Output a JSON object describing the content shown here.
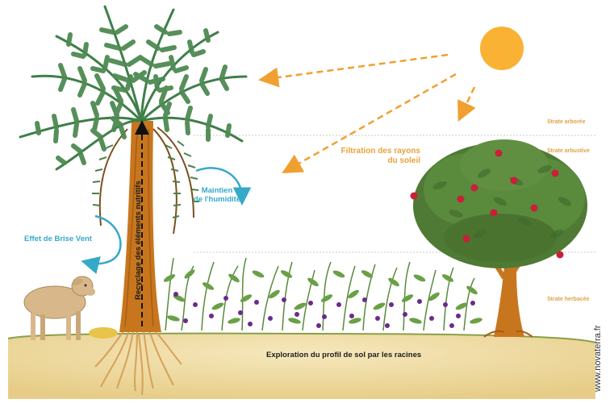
{
  "labels": {
    "filtration": "Filtration des rayons\ndu soleil",
    "humidity": "Maintien\nde l'humidité",
    "windbreak": "Effet de Brise Vent",
    "recycling": "Recyclage des éléments nutritifs",
    "roots": "Exploration du profil de sol par les racines"
  },
  "strata": {
    "tree": "Strate arborée",
    "shrub": "Strate arbustive",
    "herb": "Strate herbacée"
  },
  "credit": "www.novaterra.fr",
  "colors": {
    "sun": "#f9b233",
    "sun_arrow": "#f0a030",
    "blue_arrow": "#35a9c8",
    "palm_leaf": "#3f7f4a",
    "trunk": "#c8761e",
    "ground": "#f0dba2",
    "shrub_leaf": "#4f7a35",
    "fruit": "#c8203a",
    "flower": "#6a2a8c"
  }
}
